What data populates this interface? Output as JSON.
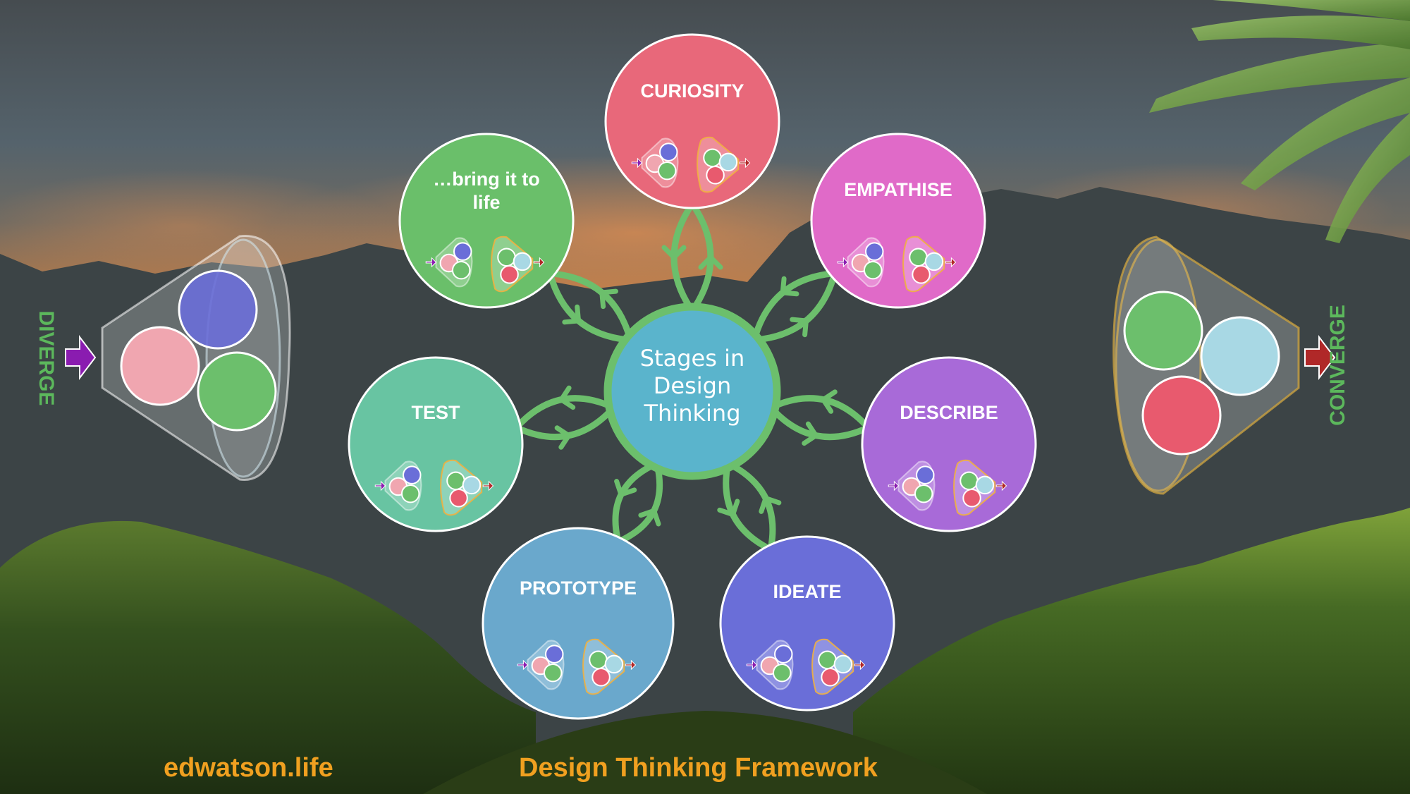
{
  "hub": {
    "lines": [
      "Stages in",
      "Design",
      "Thinking"
    ],
    "color": "#5ab4cc"
  },
  "stages": [
    {
      "key": "curiosity",
      "lines": [
        "CURIOSITY"
      ],
      "color": "#e8687a"
    },
    {
      "key": "empathise",
      "lines": [
        "EMPATHISE"
      ],
      "color": "#e06ac8"
    },
    {
      "key": "describe",
      "lines": [
        "DESCRIBE"
      ],
      "color": "#a86ad8"
    },
    {
      "key": "ideate",
      "lines": [
        "IDEATE"
      ],
      "color": "#6a6ed8"
    },
    {
      "key": "prototype",
      "lines": [
        "PROTOTYPE"
      ],
      "color": "#6aa8cc"
    },
    {
      "key": "test",
      "lines": [
        "TEST"
      ],
      "color": "#68c4a2"
    },
    {
      "key": "bring-it-to-life",
      "lines": [
        "…bring it to",
        "life"
      ],
      "color": "#6abf6a"
    }
  ],
  "diverge": {
    "label": "DIVERGE",
    "arrow_color": "#8a1cb0"
  },
  "converge": {
    "label": "CONVERGE",
    "arrow_color": "#b02828"
  },
  "palette": {
    "green": "#6cbf6c",
    "blue": "#6a6ed8",
    "pink": "#f0a6b0",
    "red": "#e85a6e",
    "cyan": "#a8d8e4"
  },
  "footer": {
    "site": "edwatson.life",
    "title": "Design Thinking Framework"
  }
}
